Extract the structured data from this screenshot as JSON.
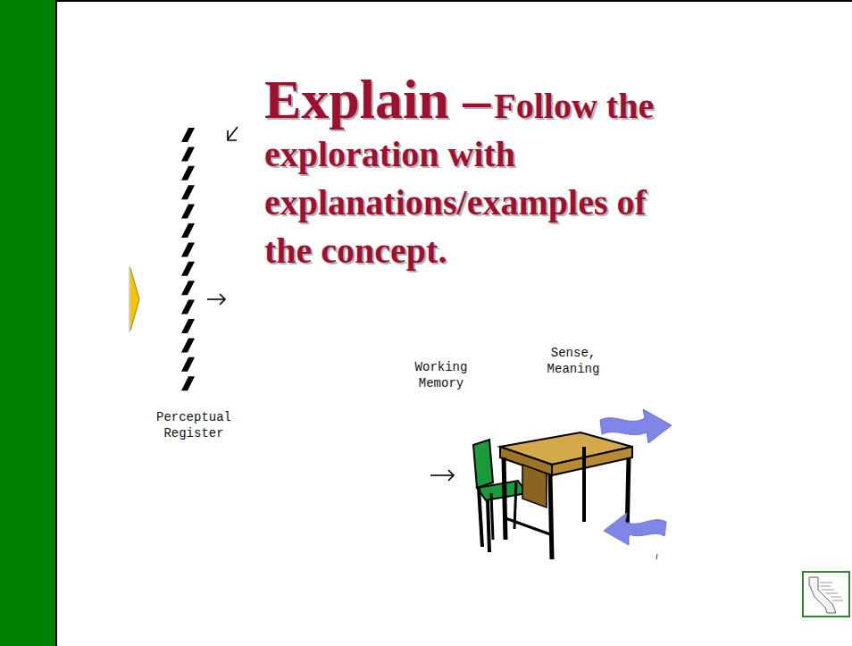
{
  "diagram": {
    "title": "Explain –",
    "labels": [
      "Follow the exploration with explanations/examples of the concept.",
      "Perceptual Register",
      "Working Memory",
      "Sense, Meaning"
    ]
  }
}
